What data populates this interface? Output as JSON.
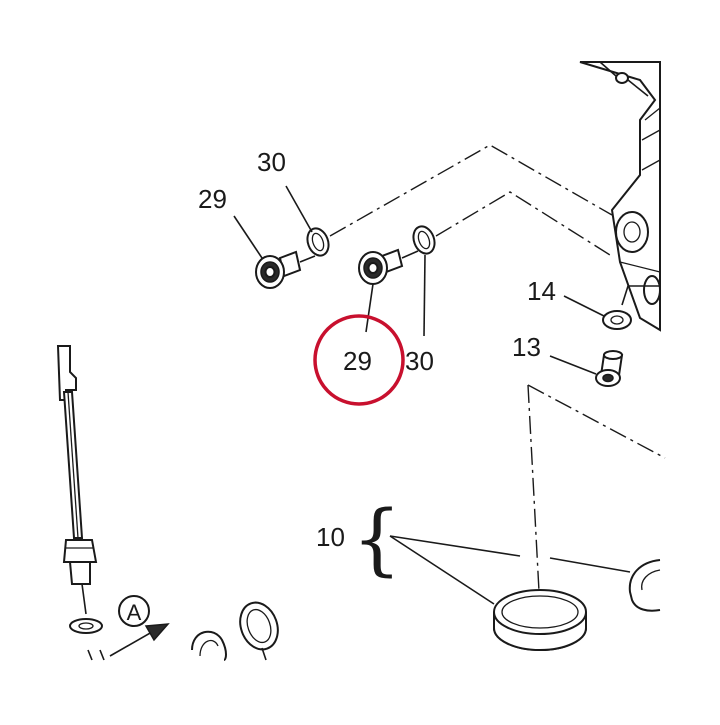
{
  "callouts": {
    "c30_top": "30",
    "c29_left": "29",
    "c29_highlighted": "29",
    "c30_right": "30",
    "c14": "14",
    "c13": "13",
    "c10": "10",
    "view_a": "A"
  },
  "colors": {
    "ink": "#1a1a1a",
    "highlight": "#c8102e",
    "background": "#ffffff"
  }
}
